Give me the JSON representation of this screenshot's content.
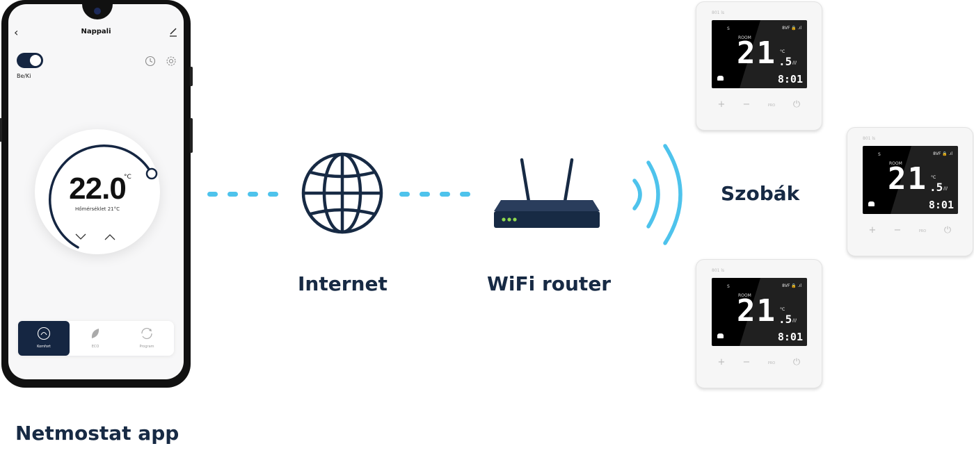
{
  "app": {
    "title": "Nappali",
    "toggle_label": "Be/Ki",
    "temperature": "22.0",
    "temperature_unit": "°C",
    "temperature_sub": "Hőmérséklet 21°C",
    "modes": [
      {
        "label": "Komfort",
        "icon": "comfort-icon",
        "active": true
      },
      {
        "label": "ECO",
        "icon": "leaf-icon",
        "active": false
      },
      {
        "label": "Program",
        "icon": "program-icon",
        "active": false
      }
    ]
  },
  "labels": {
    "app": "Netmostat app",
    "internet": "Internet",
    "router": "WiFi router",
    "rooms": "Szobák"
  },
  "thermostats": [
    {
      "brand": "801 ls",
      "s": "S",
      "room": "ROOM",
      "top": "8VF 🔒 .ıl",
      "big": "21",
      "deg": "°C",
      "decimal": ".5",
      "fan": "///",
      "time": "8:01"
    },
    {
      "brand": "801 ls",
      "s": "S",
      "room": "ROOM",
      "top": "8VF 🔒 .ıl",
      "big": "21",
      "deg": "°C",
      "decimal": ".5",
      "fan": "///",
      "time": "8:01"
    },
    {
      "brand": "801 ls",
      "s": "S",
      "room": "ROOM",
      "top": "8VF 🔒 .ıl",
      "big": "21",
      "deg": "°C",
      "decimal": ".5",
      "fan": "///",
      "time": "8:01"
    }
  ],
  "thermostat_buttons": {
    "plus": "+",
    "minus": "−",
    "pro": "PRO",
    "power": "⏻"
  },
  "colors": {
    "navy": "#172a44",
    "accent": "#4ec3ec",
    "active_mode": "#152642"
  }
}
